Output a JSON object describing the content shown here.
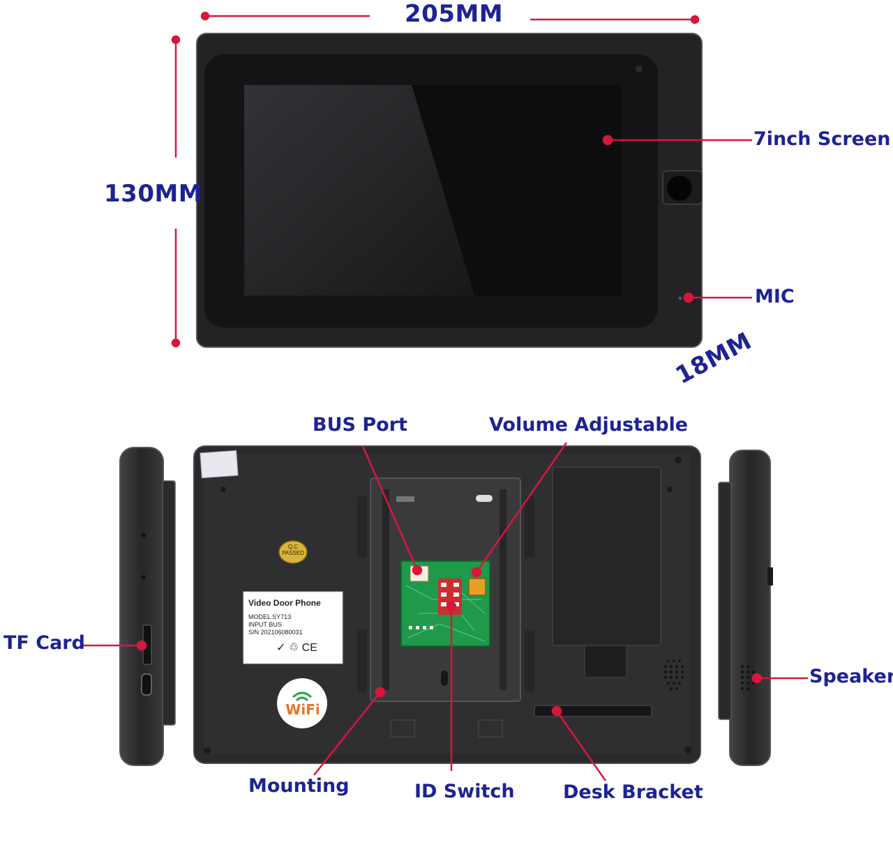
{
  "colors": {
    "label": "#1c2394",
    "pointer": "#d8163c",
    "device_body": "#2b2b2d",
    "device_frame": "#1d1d1f",
    "screen": "#101012",
    "pcb": "#1f9a4a",
    "sticker": "#ffffff",
    "background": "#ffffff"
  },
  "dimensions": {
    "width": "205MM",
    "height": "130MM",
    "depth": "18MM"
  },
  "callouts": {
    "screen": "7inch Screen",
    "mic": "MIC",
    "bus_port": "BUS Port",
    "volume": "Volume Adjustable",
    "tf_card": "TF Card",
    "speaker": "Speaker",
    "mounting": "Mounting",
    "id_switch": "ID Switch",
    "desk_bracket": "Desk Bracket"
  },
  "sticker": {
    "title": "Video Door Phone",
    "model": "MODEL SY713",
    "input": "INPUT  BUS",
    "serial": "S/N 202106080031",
    "marks": "✓ ♲ CE"
  },
  "qc_badge": {
    "line1": "Q.C",
    "line2": "PASSED"
  },
  "wifi_badge": "WiFi"
}
